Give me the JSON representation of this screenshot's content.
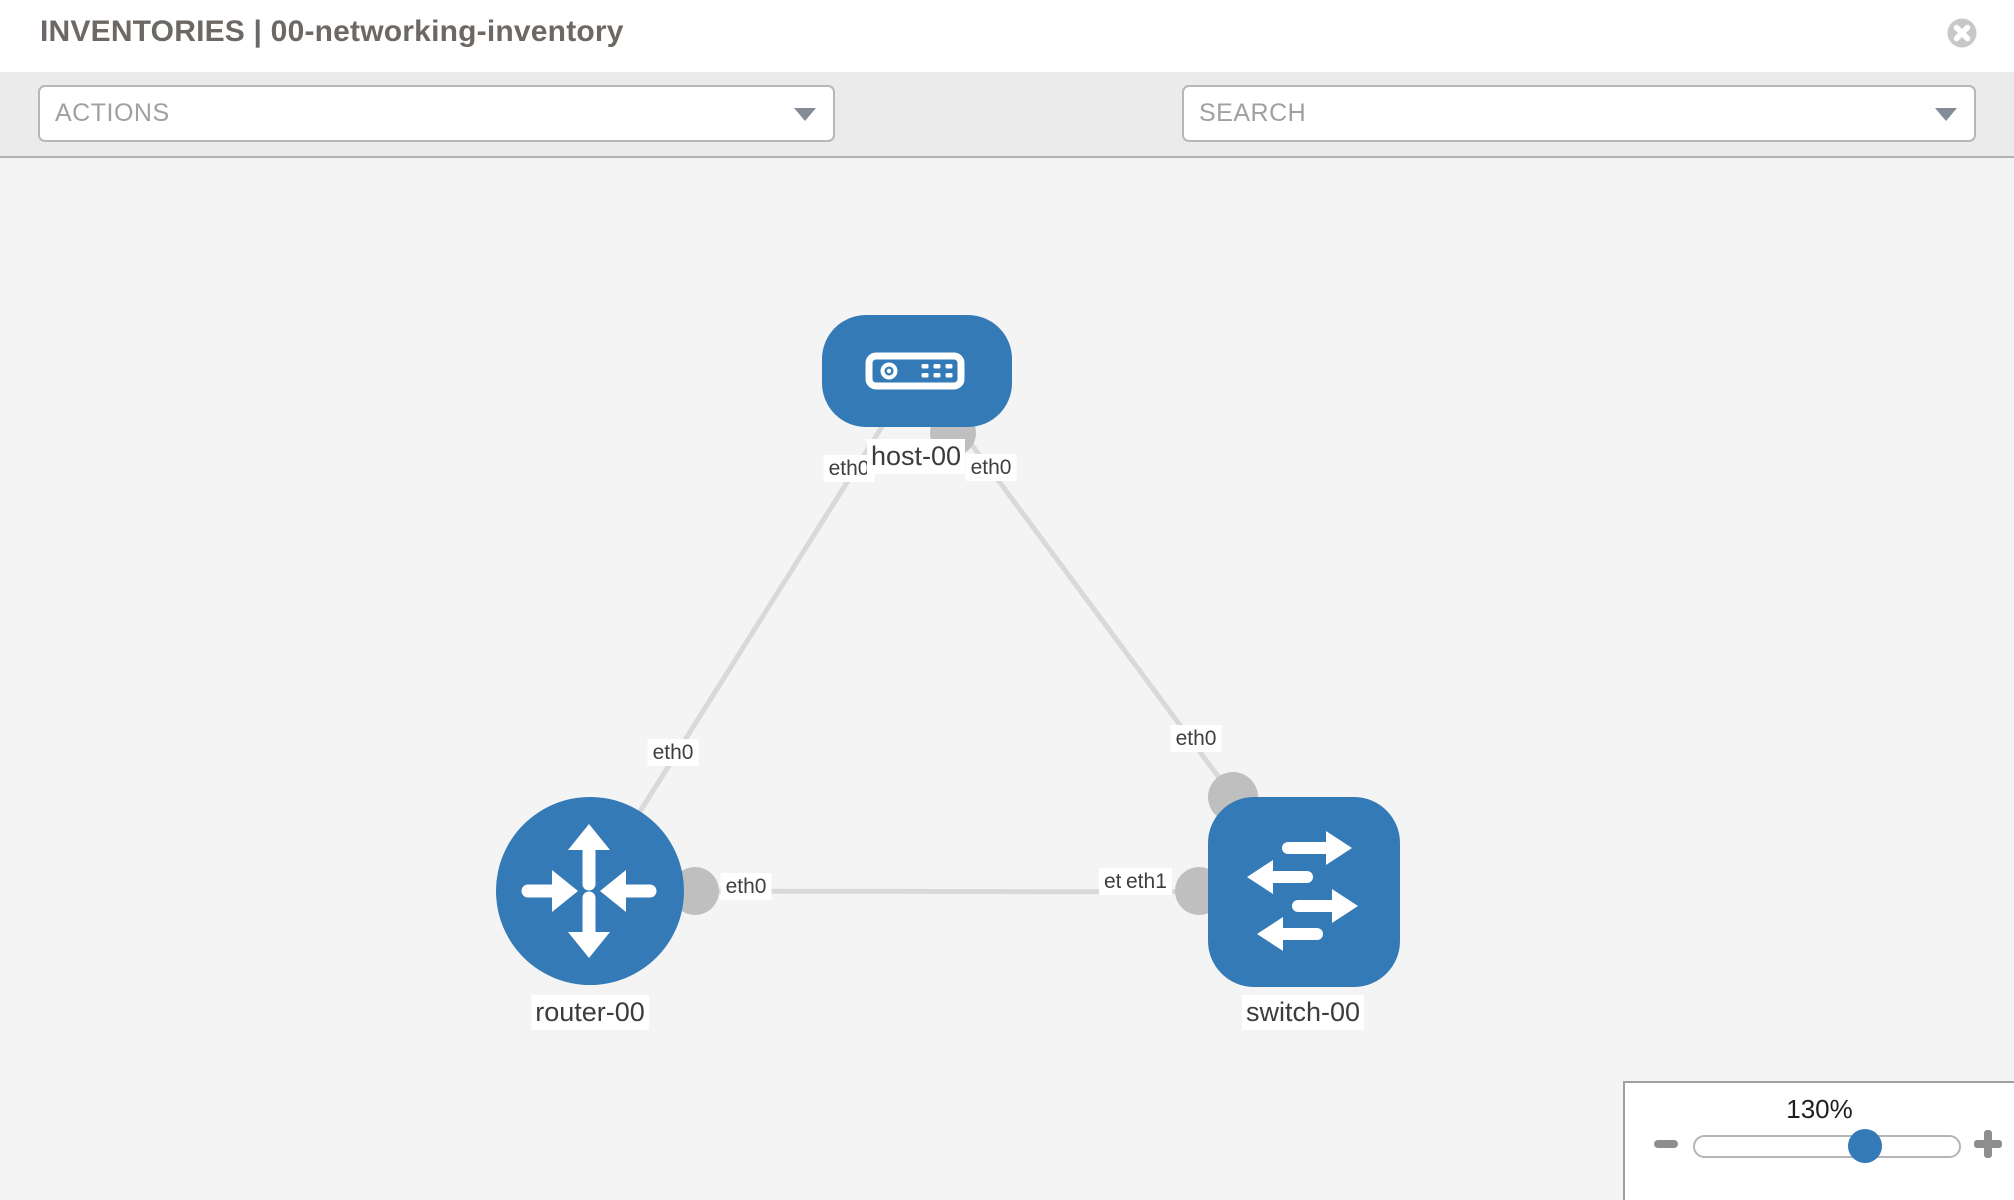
{
  "header": {
    "title": "INVENTORIES | 00-networking-inventory"
  },
  "toolbar": {
    "actions_label": "ACTIONS",
    "search_placeholder": "SEARCH"
  },
  "topology": {
    "nodes": [
      {
        "id": "host-00",
        "type": "host",
        "label": "host-00"
      },
      {
        "id": "router-00",
        "type": "router",
        "label": "router-00"
      },
      {
        "id": "switch-00",
        "type": "switch",
        "label": "switch-00"
      }
    ],
    "links": [
      {
        "source": "host-00",
        "target": "router-00",
        "source_iface": "eth0",
        "target_iface": "eth0"
      },
      {
        "source": "host-00",
        "target": "switch-00",
        "source_iface": "eth0",
        "target_iface": "eth0"
      },
      {
        "source": "router-00",
        "target": "switch-00",
        "source_iface": "eth0",
        "target_iface": "eth1",
        "overlapped_iface_label": "eth0"
      }
    ]
  },
  "zoom_control": {
    "level": "130%"
  },
  "icons": {
    "close": "circle-x",
    "actions_caret": "chevron-down",
    "search_caret": "chevron-down",
    "tools": "wrench",
    "credentials": "key",
    "zoom_out": "minus",
    "zoom_in": "plus"
  },
  "colors": {
    "node_blue": "#337ab7",
    "link_gray": "#d9d9d9",
    "connector_gray": "#bfbfbf",
    "toolbar_bg": "#ebebeb",
    "canvas_bg": "#f4f4f4"
  }
}
